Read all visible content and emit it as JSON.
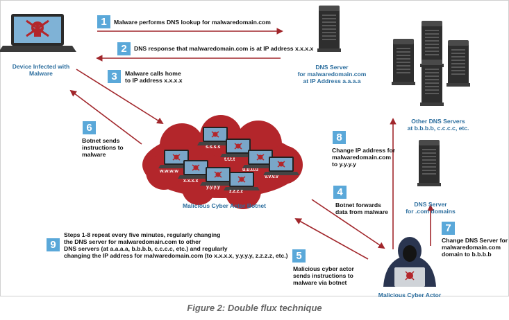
{
  "caption": "Figure 2: Double flux technique",
  "labels": {
    "infected_device": "Device Infected with Malware",
    "dns_server": "DNS Server\nfor malwaredomain.com\nat IP Address a.a.a.a",
    "other_dns": "Other DNS Servers\nat b.b.b.b, c.c.c.c, etc.",
    "com_dns": "DNS Server\nfor .com domains",
    "botnet": "Malicious Cyber Actor Botnet",
    "actor": "Malicious Cyber Actor"
  },
  "botnet_node_labels": [
    "s.s.s.s",
    "t.t.t.t",
    "u.u.u.u",
    "v.v.v.v",
    "w.w.w.w",
    "x.x.x.x",
    "y.y.y.y",
    "z.z.z.z"
  ],
  "steps": [
    {
      "num": "1",
      "text": "Malware performs DNS lookup for malwaredomain.com"
    },
    {
      "num": "2",
      "text": "DNS response that malwaredomain.com is at IP address x.x.x.x"
    },
    {
      "num": "3",
      "text": "Malware calls home\nto IP address x.x.x.x"
    },
    {
      "num": "4",
      "text": "Botnet forwards\ndata from malware"
    },
    {
      "num": "5",
      "text": "Malicious cyber actor\nsends instructions to\nmalware via botnet"
    },
    {
      "num": "6",
      "text": "Botnet sends\ninstructions to\nmalware"
    },
    {
      "num": "7",
      "text": "Change DNS Server for\nmalwaredomain.com\ndomain to b.b.b.b"
    },
    {
      "num": "8",
      "text": "Change IP address for\nmalwaredomain.com\nto y.y.y.y"
    },
    {
      "num": "9",
      "text": "Steps 1-8 repeat every five minutes, regularly changing\nthe DNS server for malwaredomain.com to other\nDNS servers (at a.a.a.a, b.b.b.b, c.c.c.c, etc.) and regularly\nchanging the IP address for malwaredomain.com (to x.x.x.x, y.y.y.y, z.z.z.z, etc.)"
    }
  ],
  "colors": {
    "arrow": "#a1262b",
    "step_badge": "#5aa8d9",
    "label_blue": "#2c6e9e",
    "cloud": "#b3262b",
    "server": "#2e2e2e"
  }
}
